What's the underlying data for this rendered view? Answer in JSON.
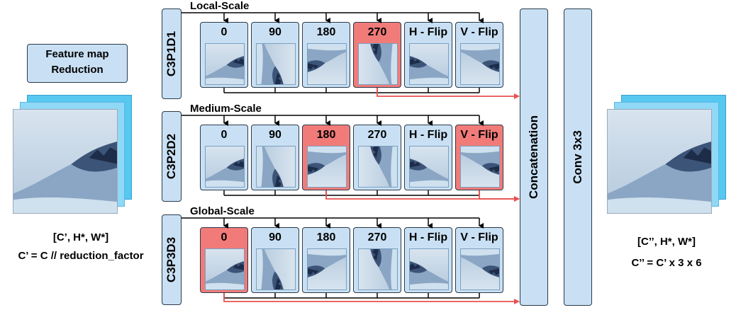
{
  "left_panel": {
    "reduction_label_line1": "Feature map",
    "reduction_label_line2": "Reduction",
    "shape_line1": "[C’, H*, W*]",
    "shape_line2": "C’ = C // reduction_factor"
  },
  "right_panel": {
    "shape_line1": "[C’’, H*, W*]",
    "shape_line2": "C’’ = C’ x 3 x 6"
  },
  "concat_label": "Concatenation",
  "conv_label": "Conv 3x3",
  "rows": [
    {
      "block": "C3P1D1",
      "scale": "Local-Scale",
      "tiles": [
        {
          "label": "0",
          "highlight": false
        },
        {
          "label": "90",
          "highlight": false
        },
        {
          "label": "180",
          "highlight": false
        },
        {
          "label": "270",
          "highlight": true
        },
        {
          "label": "H - Flip",
          "highlight": false
        },
        {
          "label": "V - Flip",
          "highlight": false
        }
      ]
    },
    {
      "block": "C3P2D2",
      "scale": "Medium-Scale",
      "tiles": [
        {
          "label": "0",
          "highlight": false
        },
        {
          "label": "90",
          "highlight": false
        },
        {
          "label": "180",
          "highlight": true
        },
        {
          "label": "270",
          "highlight": false
        },
        {
          "label": "H - Flip",
          "highlight": false
        },
        {
          "label": "V - Flip",
          "highlight": true
        }
      ]
    },
    {
      "block": "C3P3D3",
      "scale": "Global-Scale",
      "tiles": [
        {
          "label": "0",
          "highlight": true
        },
        {
          "label": "90",
          "highlight": false
        },
        {
          "label": "180",
          "highlight": false
        },
        {
          "label": "270",
          "highlight": false
        },
        {
          "label": "H - Flip",
          "highlight": false
        },
        {
          "label": "V - Flip",
          "highlight": false
        }
      ]
    }
  ],
  "colors": {
    "box_fill": "#c9e0f4",
    "highlight_fill": "#f17b79",
    "arrow_red": "#e8524f",
    "stack_back": "#57c8f0"
  }
}
